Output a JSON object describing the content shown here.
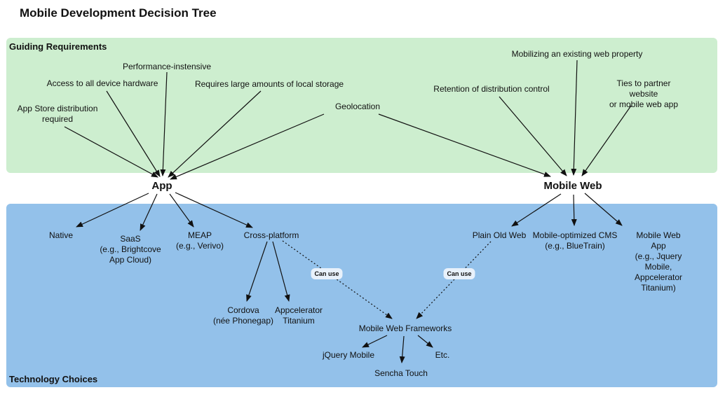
{
  "title": "Mobile Development Decision Tree",
  "sections": {
    "requirements": "Guiding Requirements",
    "technology": "Technology Choices"
  },
  "nodes": {
    "app": "App",
    "mobile_web": "Mobile Web"
  },
  "requirements": {
    "app_store": "App Store distribution\nrequired",
    "hardware": "Access to all device hardware",
    "performance": "Performance-instensive",
    "storage": "Requires large amounts of local storage",
    "geolocation": "Geolocation",
    "retention": "Retention of distribution control",
    "mobilizing": "Mobilizing an existing web property",
    "partner": "Ties to partner website\nor mobile web app"
  },
  "choices": {
    "native": "Native",
    "saas": "SaaS\n(e.g., Brightcove\nApp Cloud)",
    "meap": "MEAP\n(e.g., Verivo)",
    "cross_platform": "Cross-platform",
    "cordova": "Cordova\n(née Phonegap)",
    "appcelerator": "Appcelerator\nTitanium",
    "plain_old_web": "Plain Old Web",
    "cms": "Mobile-optimized CMS\n(e.g., BlueTrain)",
    "mobile_web_app": "Mobile Web App\n(e.g., Jquery Mobile,\nAppcelerator\nTitanium)",
    "frameworks": "Mobile Web Frameworks",
    "jquery_mobile": "jQuery Mobile",
    "sencha": "Sencha Touch",
    "etc": "Etc."
  },
  "edge_labels": {
    "can_use_left": "Can use",
    "can_use_right": "Can use"
  }
}
